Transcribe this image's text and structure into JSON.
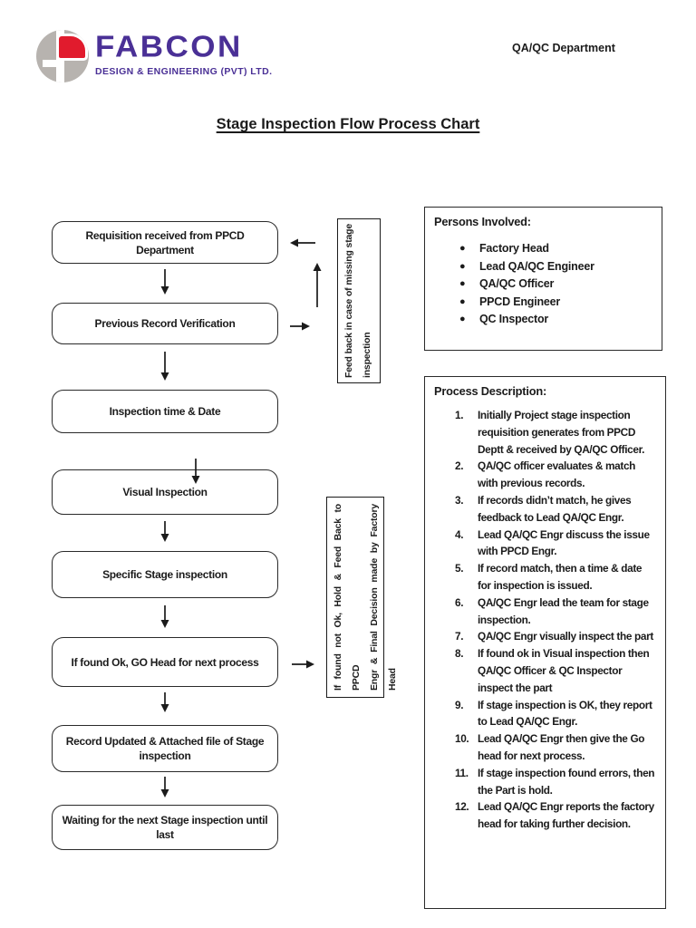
{
  "header": {
    "department": "QA/QC Department",
    "title": "Stage Inspection Flow Process Chart"
  },
  "logo": {
    "brand": "FABCON",
    "tagline": "DESIGN & ENGINEERING (PVT) LTD.",
    "brand_color": "#4a3096",
    "mark_red": "#e11b2d",
    "mark_gray": "#b7b3af"
  },
  "flow": {
    "boxes": [
      "Requisition received from PPCD Department",
      "Previous Record Verification",
      "Inspection time & Date",
      "Visual Inspection",
      "Specific Stage inspection",
      "If found Ok, GO Head for next process",
      "Record Updated & Attached file of Stage inspection",
      "Waiting for the next Stage inspection until last"
    ],
    "feedback_note_lines": [
      "Feed back in case of missing stage",
      "inspection"
    ],
    "hold_note_lines": [
      "If found not Ok, Hold & Feed Back to PPCD",
      "Engr & Final Decision made by Factory",
      "Head"
    ]
  },
  "persons": {
    "title": "Persons Involved:",
    "items": [
      "Factory Head",
      "Lead QA/QC Engineer",
      "QA/QC Officer",
      "PPCD Engineer",
      "QC Inspector"
    ]
  },
  "process": {
    "title": "Process Description:",
    "steps": [
      "Initially Project stage inspection requisition generates from PPCD Deptt & received by QA/QC Officer.",
      "QA/QC officer evaluates & match with previous records.",
      "If records didn’t match, he gives feedback to Lead QA/QC Engr.",
      "Lead QA/QC Engr discuss the issue with PPCD Engr.",
      "If record match, then a time & date for inspection is issued.",
      "QA/QC Engr lead the team for stage inspection.",
      "QA/QC Engr visually inspect the part",
      "If found ok in Visual inspection then QA/QC Officer & QC Inspector inspect the part",
      "If stage inspection is OK, they report to Lead QA/QC Engr.",
      "Lead QA/QC Engr then give the Go head for next process.",
      "If stage inspection found errors, then the Part is hold.",
      "Lead QA/QC Engr reports the factory head for taking further decision."
    ]
  }
}
